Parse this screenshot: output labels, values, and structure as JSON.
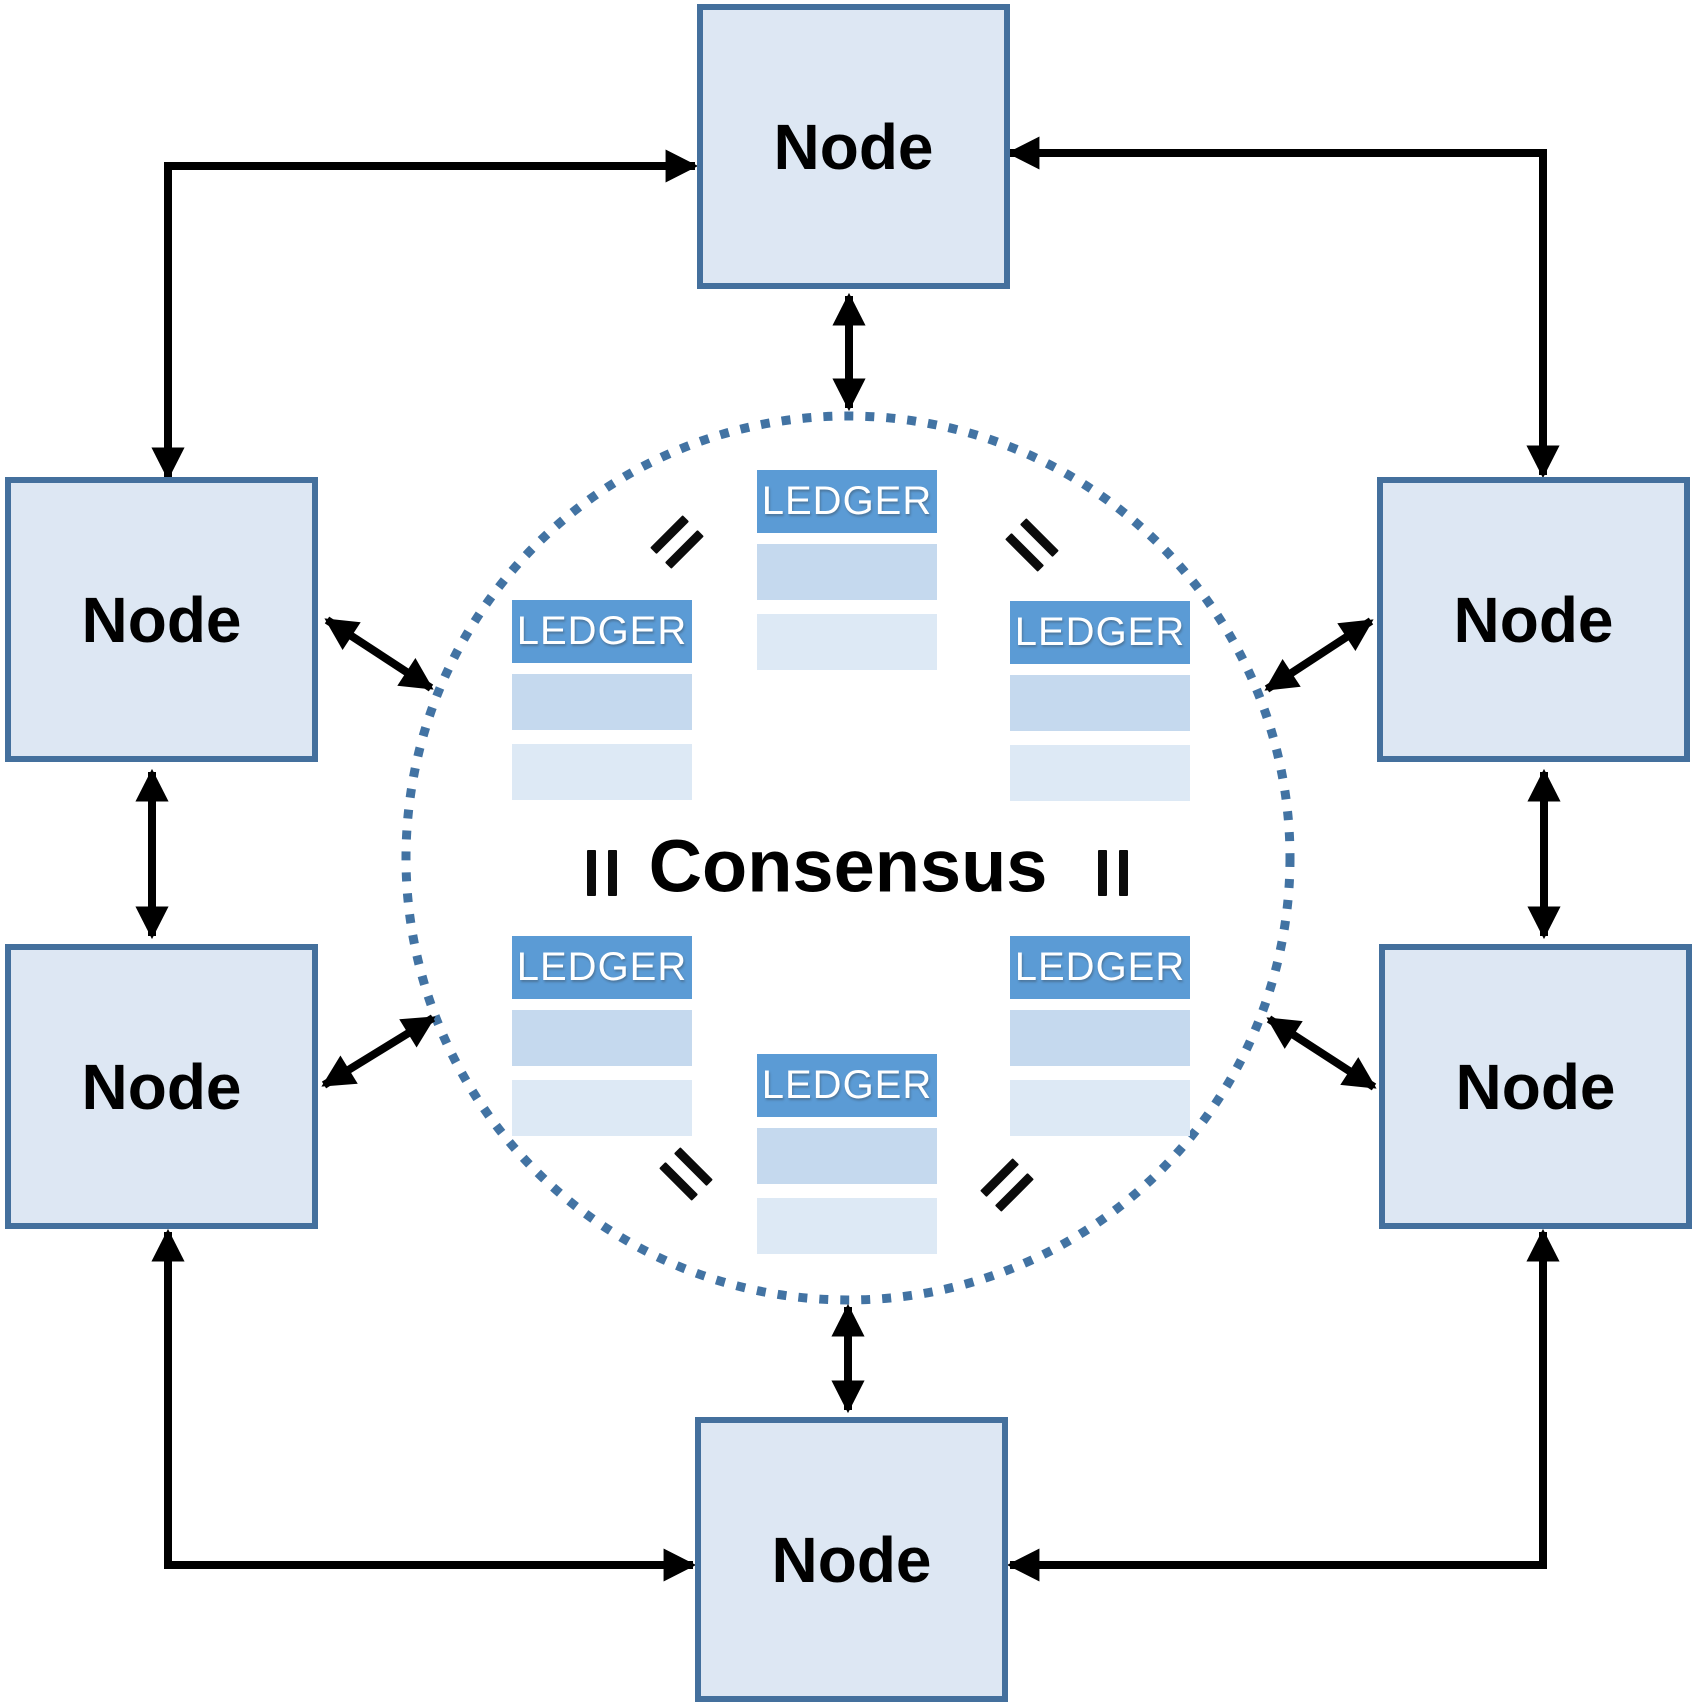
{
  "labels": {
    "consensus": "Consensus"
  },
  "nodes": [
    {
      "id": "top",
      "label": "Node"
    },
    {
      "id": "upper-left",
      "label": "Node"
    },
    {
      "id": "upper-right",
      "label": "Node"
    },
    {
      "id": "lower-left",
      "label": "Node"
    },
    {
      "id": "lower-right",
      "label": "Node"
    },
    {
      "id": "bottom",
      "label": "Node"
    }
  ],
  "ledgers": [
    {
      "id": "top-center",
      "label": "LEDGER"
    },
    {
      "id": "upper-left",
      "label": "LEDGER"
    },
    {
      "id": "upper-right",
      "label": "LEDGER"
    },
    {
      "id": "lower-left",
      "label": "LEDGER"
    },
    {
      "id": "lower-right",
      "label": "LEDGER"
    },
    {
      "id": "bottom-center",
      "label": "LEDGER"
    }
  ],
  "equivalence_marks": [
    "upper-left",
    "upper-right",
    "mid-left",
    "mid-right",
    "lower-left",
    "lower-right"
  ],
  "colors": {
    "node_fill": "#dde7f3",
    "node_border": "#44709d",
    "ledger_header": "#5b9bd5",
    "ledger_row_mid": "#c5d9ee",
    "ledger_row_light": "#dde9f5",
    "circle_dotted": "#4273a3",
    "arrow": "#000000"
  }
}
